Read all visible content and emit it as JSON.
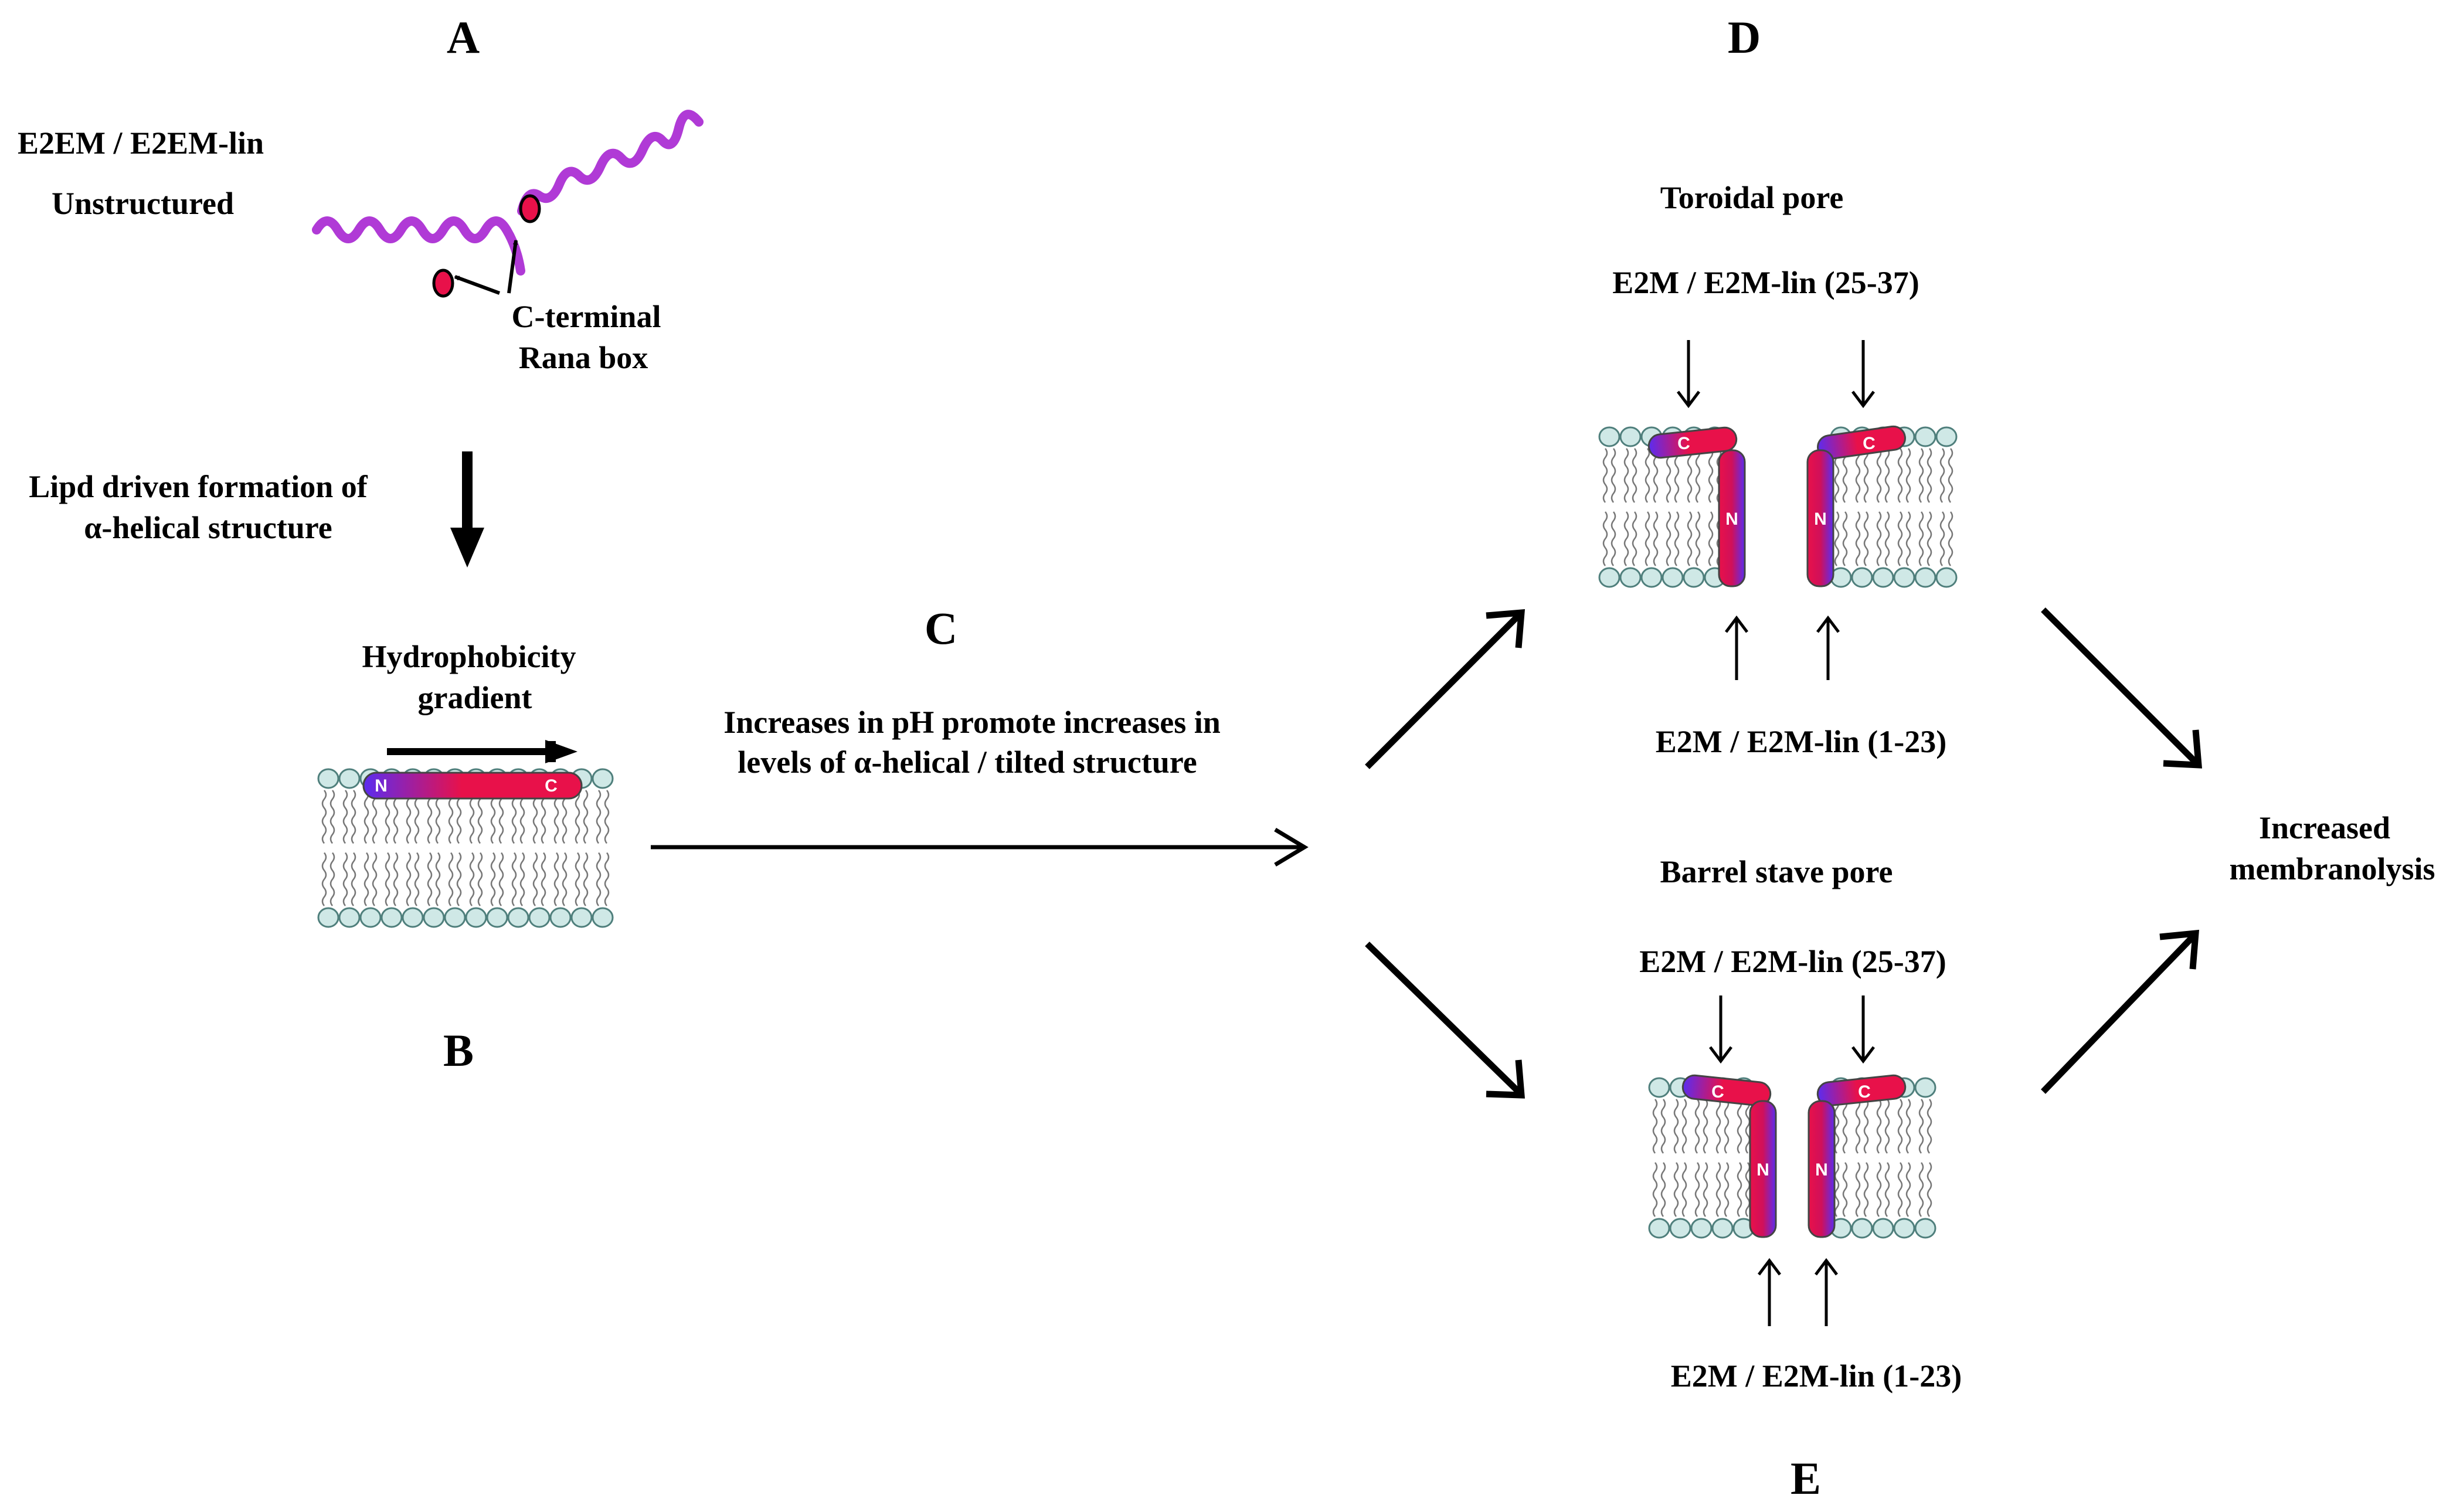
{
  "panels": {
    "a": {
      "letter": "A",
      "peptide_label": "E2EM / E2EM-lin",
      "state_label": "Unstructured",
      "rana_label_line1": "C-terminal",
      "rana_label_line2": "Rana box",
      "transition_line1": "Lipd driven formation of",
      "transition_line2": "α-helical structure"
    },
    "b": {
      "letter": "B",
      "gradient_line1": "Hydrophobicity",
      "gradient_line2": "gradient",
      "helix_n": "N",
      "helix_c": "C"
    },
    "c": {
      "letter": "C",
      "text_line1": "Increases in pH promote increases in",
      "text_line2": "levels of α-helical / tilted structure"
    },
    "d": {
      "letter": "D",
      "title": "Toroidal pore",
      "top_label": "E2M / E2M-lin (25-37)",
      "bottom_label": "E2M / E2M-lin (1-23)",
      "helix_n": "N",
      "helix_c": "C"
    },
    "e": {
      "letter": "E",
      "title": "Barrel stave pore",
      "top_label": "E2M / E2M-lin (25-37)",
      "bottom_label": "E2M / E2M-lin (1-23)",
      "helix_n": "N",
      "helix_c": "C"
    },
    "outcome": {
      "line1": "Increased",
      "line2": "membranolysis"
    }
  },
  "colors": {
    "helix_red": "#e8114a",
    "helix_blue": "#5b2cf0",
    "lipid_head": "#cfe8e6",
    "lipid_head_stroke": "#4f7f7c",
    "peptide_purple": "#b03ad6"
  }
}
